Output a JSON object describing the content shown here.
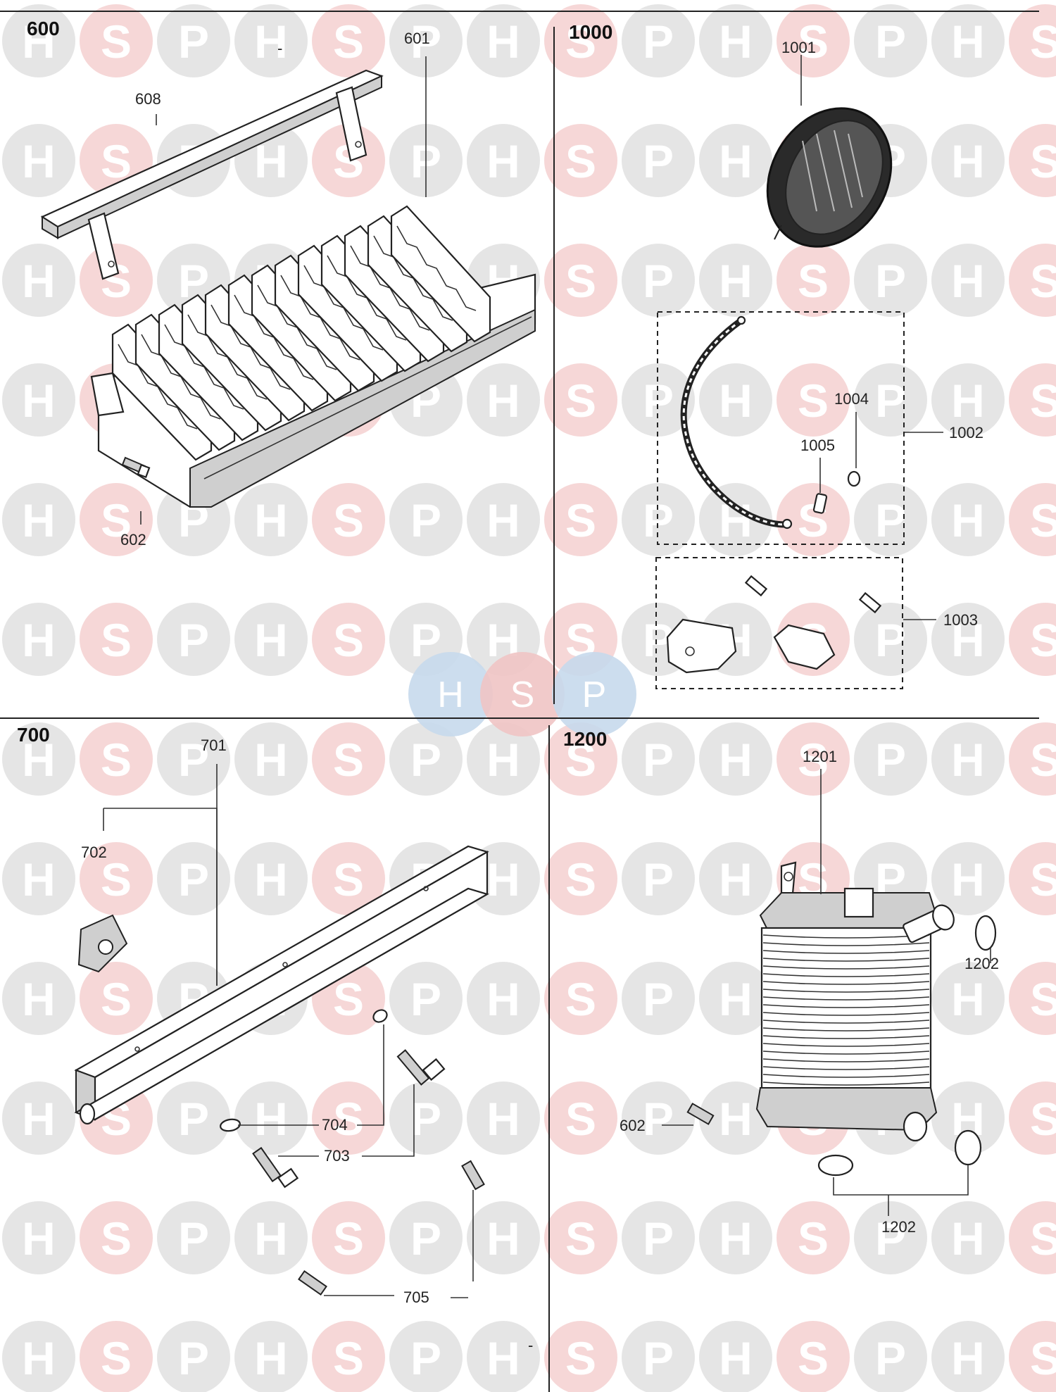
{
  "watermark": {
    "letters": [
      "H",
      "S",
      "P"
    ],
    "colors": {
      "H": "#dcdcdc",
      "S": "#f3c9c9",
      "P": "#dcdcdc"
    },
    "center_badge": {
      "letters": [
        "H",
        "S",
        "P"
      ],
      "colors": [
        "#c7d9ec",
        "#efc4c4",
        "#c7d9ec"
      ]
    }
  },
  "sections": [
    {
      "id": "600",
      "title": "600",
      "callouts": {
        "c601": "601",
        "c608": "608",
        "c602": "602",
        "dash": "-"
      }
    },
    {
      "id": "1000",
      "title": "1000",
      "callouts": {
        "c1001": "1001",
        "c1002": "1002",
        "c1003": "1003",
        "c1004": "1004",
        "c1005": "1005"
      }
    },
    {
      "id": "700",
      "title": "700",
      "callouts": {
        "c701": "701",
        "c702": "702",
        "c703": "703",
        "c704": "704",
        "c705": "705"
      }
    },
    {
      "id": "1200",
      "title": "1200",
      "callouts": {
        "c1201": "1201",
        "c1202a": "1202",
        "c1202b": "1202",
        "c602": "602",
        "dash": "-"
      }
    }
  ]
}
